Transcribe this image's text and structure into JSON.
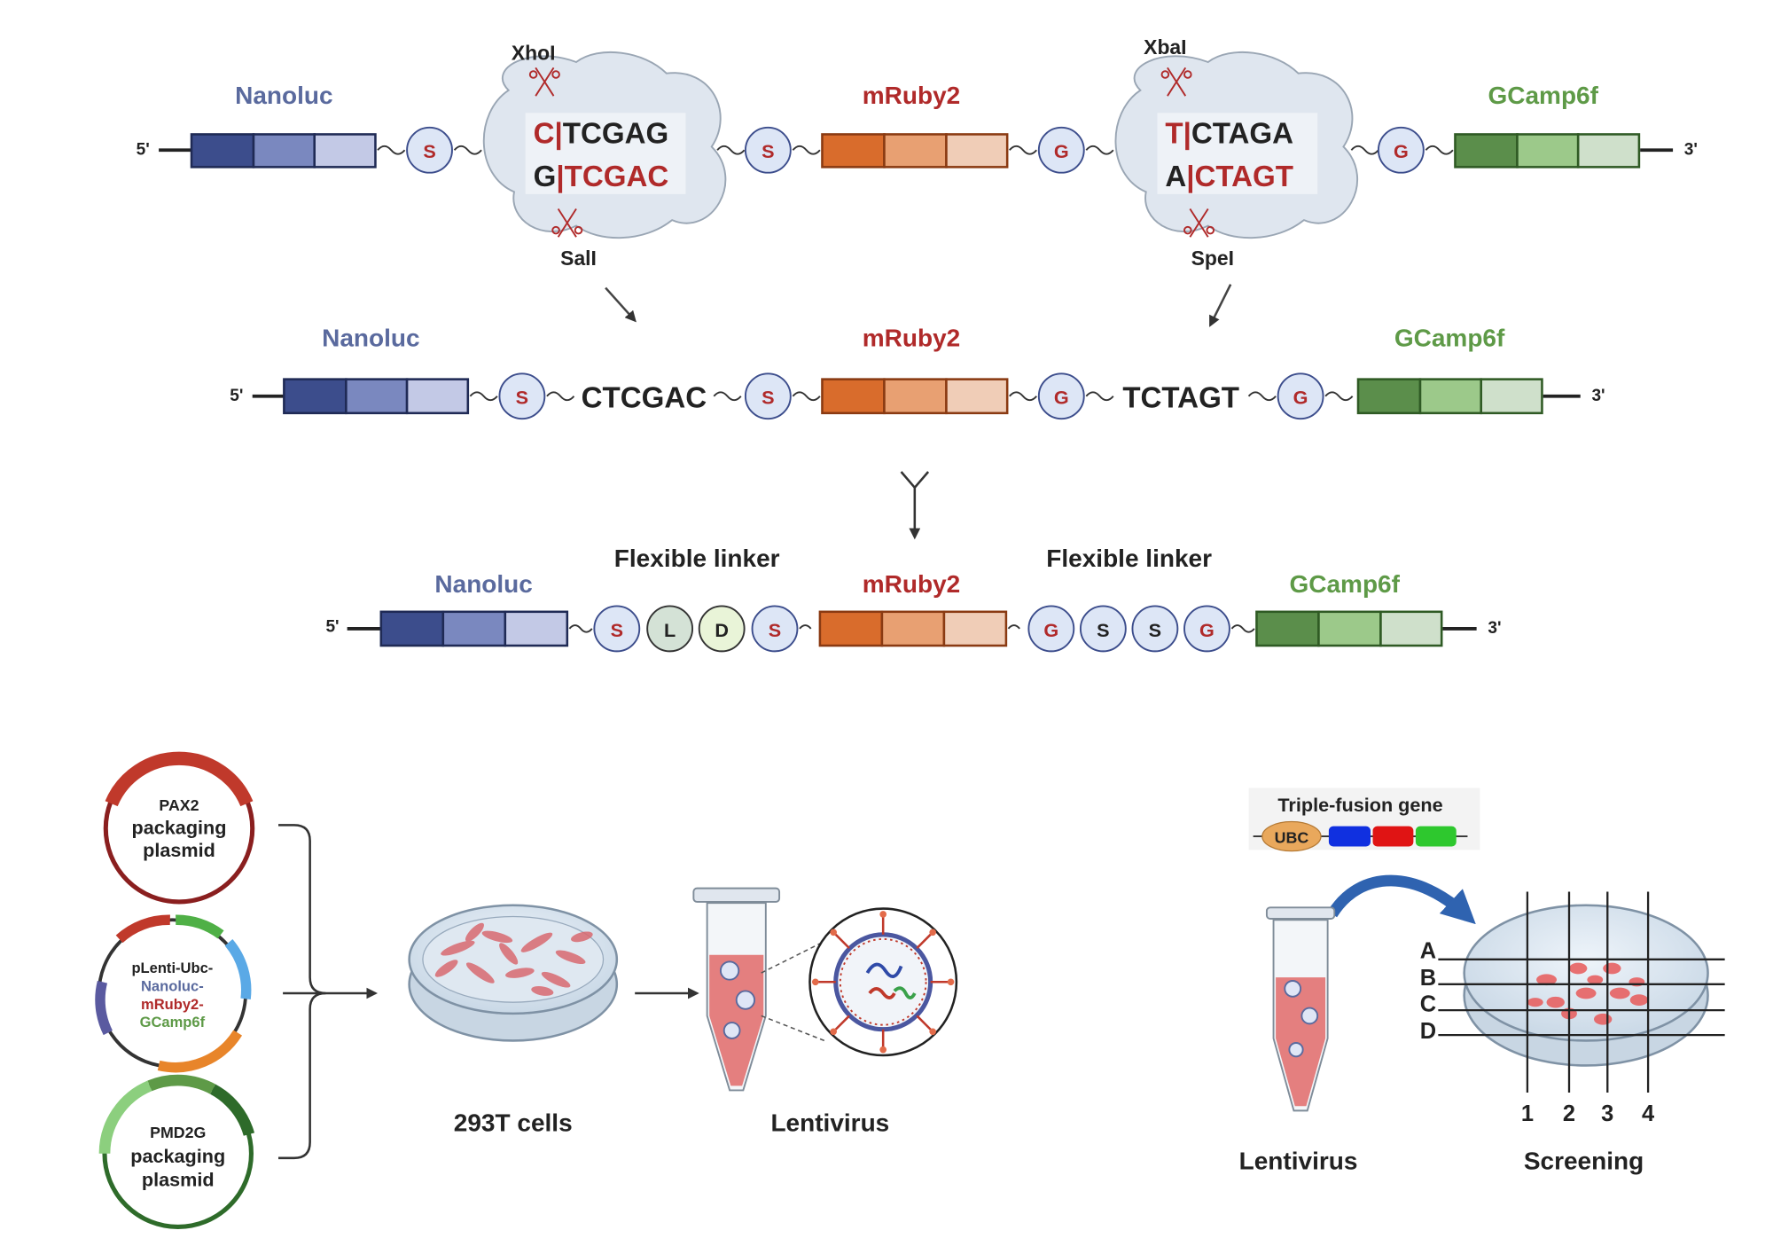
{
  "colors": {
    "nanoluc": "#5a6a9e",
    "mruby": "#b02a2a",
    "gcamp": "#5e9a47",
    "dark": "#222222"
  },
  "row1": {
    "nanoluc": "Nanoluc",
    "mruby": "mRuby2",
    "gcamp": "GCamp6f",
    "five_prime": "5'",
    "three_prime": "3'",
    "site1_top_red": "C",
    "site1_top_black": "TCGAG",
    "site1_bot_black": "G",
    "site1_bot_red": "TCGAC",
    "site1_enzyme_top": "XhoI",
    "site1_enzyme_bottom": "SalI",
    "site2_top_red": "T",
    "site2_top_black": "CTAGA",
    "site2_bot_black": "A",
    "site2_bot_red": "CTAGT",
    "site2_enzyme_top": "XbaI",
    "site2_enzyme_bottom": "SpeI",
    "linker_s": "S",
    "linker_g": "G"
  },
  "row2": {
    "nanoluc": "Nanoluc",
    "mruby": "mRuby2",
    "gcamp": "GCamp6f",
    "five_prime": "5'",
    "three_prime": "3'",
    "scar1": "CTCGAC",
    "scar2": "TCTAGT",
    "linker_s": "S",
    "linker_g": "G"
  },
  "row3": {
    "nanoluc": "Nanoluc",
    "mruby": "mRuby2",
    "gcamp": "GCamp6f",
    "five_prime": "5'",
    "three_prime": "3'",
    "flex1": "Flexible linker",
    "flex2": "Flexible linker",
    "l1": "S",
    "l2": "L",
    "l3": "D",
    "l4": "S",
    "r1": "G",
    "r2": "S",
    "r3": "S",
    "r4": "G"
  },
  "plasmids": {
    "pax2_line1": "PAX2",
    "pax2_line2": "packaging",
    "pax2_line3": "plasmid",
    "lenti_line1": "pLenti-Ubc-",
    "lenti_line2": "Nanoluc-",
    "lenti_line3": "mRuby2-",
    "lenti_line4": "GCamp6f",
    "pmd_line1": "PMD2G",
    "pmd_line2": "packaging",
    "pmd_line3": "plasmid"
  },
  "workflow": {
    "cells_label": "293T cells",
    "lenti_label": "Lentivirus",
    "lenti2_label": "Lentivirus",
    "screen_label": "Screening",
    "triple_title": "Triple-fusion gene",
    "ubc": "UBC",
    "rows": [
      "A",
      "B",
      "C",
      "D"
    ],
    "cols": [
      "1",
      "2",
      "3",
      "4"
    ]
  }
}
